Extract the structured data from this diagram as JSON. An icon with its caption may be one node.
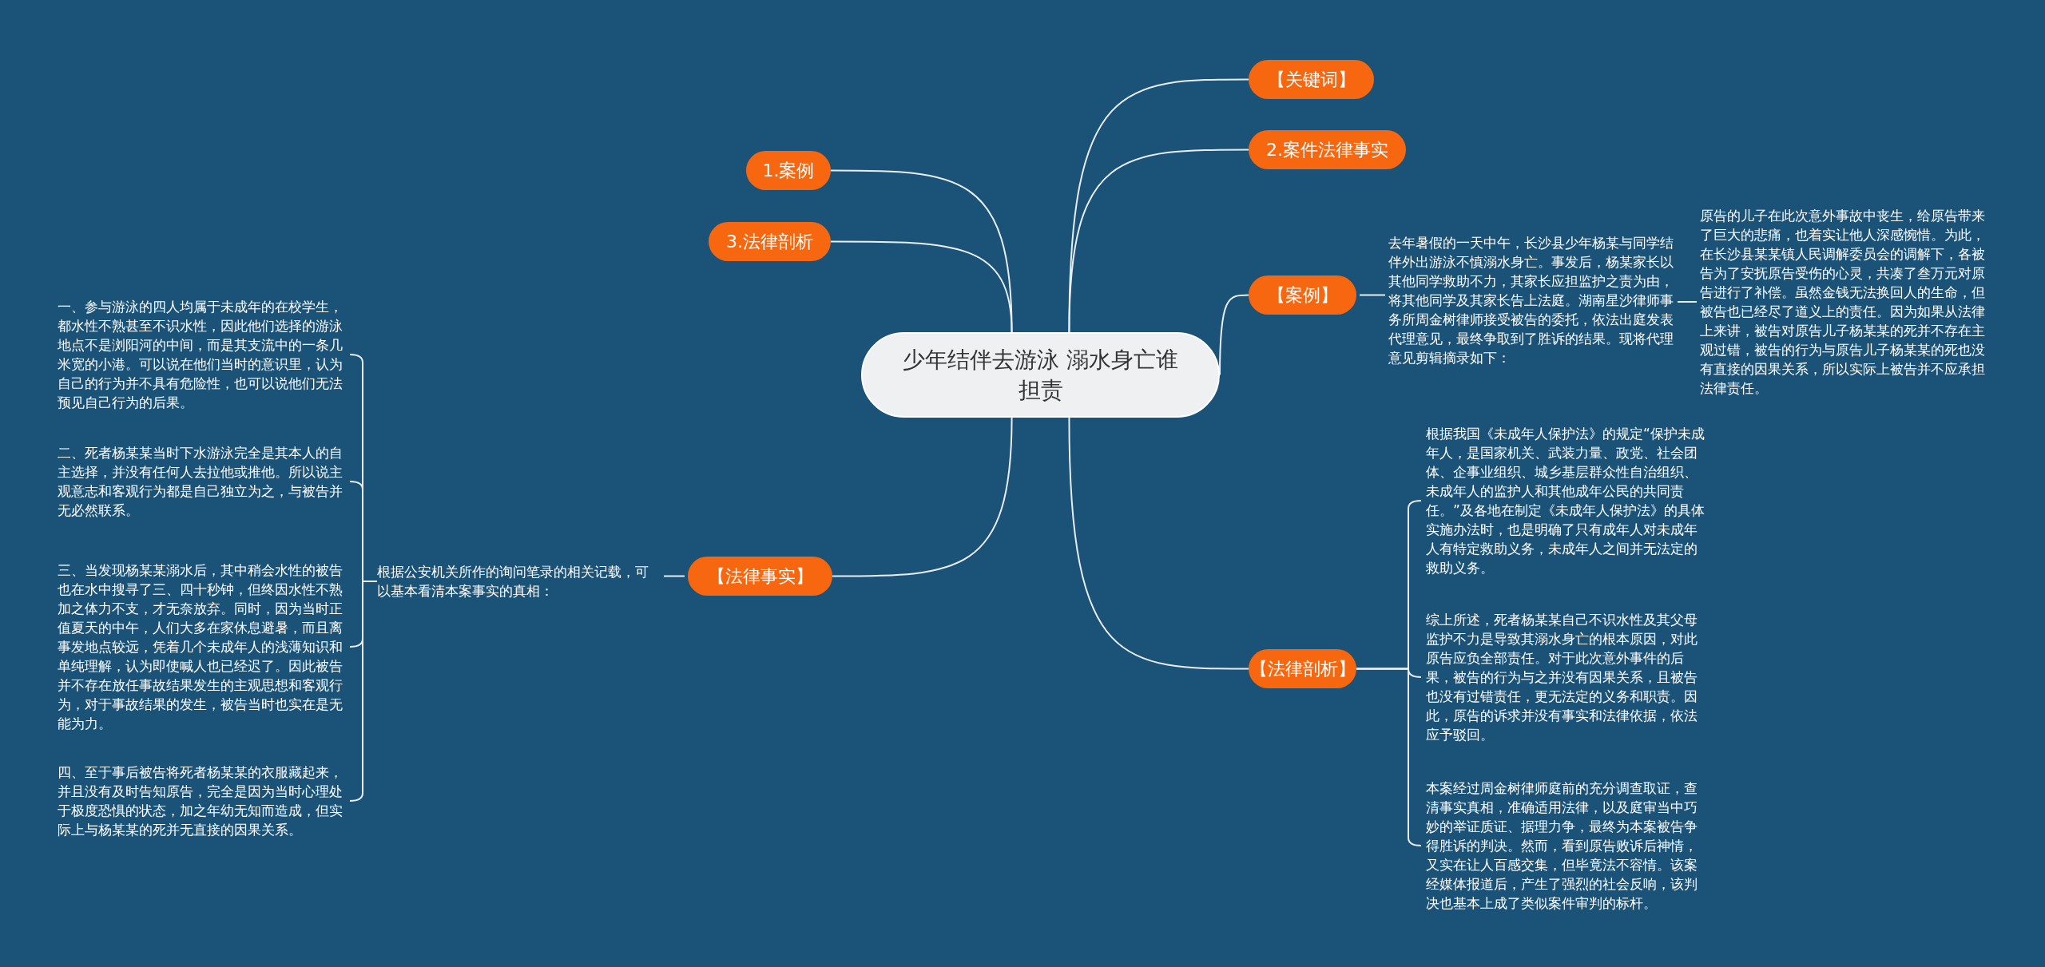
{
  "diagram": {
    "nodes": [
      {
        "text": [
          "少年结伴去游泳 溺水身亡谁担责"
        ]
      },
      {
        "text": [
          "【关键词】"
        ]
      },
      {
        "text": [
          "2.案件法律事实"
        ]
      },
      {
        "text": [
          "1.案例"
        ]
      },
      {
        "text": [
          "3.法律剖析"
        ]
      },
      {
        "text": [
          "【案例】"
        ]
      },
      {
        "text": [
          "去年暑假的一天中午，长沙县少年杨某与同学结伴外出游泳不慎溺水身亡。事发后，杨某家长以其他同学救助不力，其家长应担监护之责为由，将其他同学及其家长告上法庭。湖南星沙律师事务所周金树律师接受被告的委托，依法出庭发表代理意见，最终争取到了胜诉的结果。现将代理意见剪辑摘录如下："
        ]
      },
      {
        "text": [
          "原告的儿子在此次意外事故中丧生，给原告带来了巨大的悲痛，也着实让他人深感惋惜。为此，在长沙县某某镇人民调解委员会的调解下，各被告为了安抚原告受伤的心灵，共凑了叁万元对原告进行了补偿。虽然金钱无法换回人的生命，但被告也已经尽了道义上的责任。因为如果从法律上来讲，被告对原告儿子杨某某的死并不存在主观过错，被告的行为与原告儿子杨某某的死也没有直接的因果关系，所以实际上被告并不应承担法律责任。"
        ]
      },
      {
        "text": [
          "【法律事实】"
        ]
      },
      {
        "text": [
          "根据公安机关所作的询问笔录的相关记载，可以基本看清本案事实的真相："
        ]
      },
      {
        "text": [
          "一、参与游泳的四人均属于未成年的在校学生，都水性不熟甚至不识水性，因此他们选择的游泳地点不是浏阳河的中间，而是其支流中的一条几米宽的小港。可以说在他们当时的意识里，认为自己的行为并不具有危险性，也可以说他们无法预见自己行为的后果。"
        ]
      },
      {
        "text": [
          "二、死者杨某某当时下水游泳完全是其本人的自主选择，并没有任何人去拉他或推他。所以说主观意志和客观行为都是自己独立为之，与被告并无必然联系。"
        ]
      },
      {
        "text": [
          "三、当发现杨某某溺水后，其中稍会水性的被告也在水中搜寻了三、四十秒钟，但终因水性不熟加之体力不支，才无奈放弃。同时，因为当时正值夏天的中午，人们大多在家休息避暑，而且离事发地点较远，凭着几个未成年人的浅薄知识和单纯理解，认为即使喊人也已经迟了。因此被告并不存在放任事故结果发生的主观思想和客观行为，对于事故结果的发生，被告当时也实在是无能为力。"
        ]
      },
      {
        "text": [
          "四、至于事后被告将死者杨某某的衣服藏起来，并且没有及时告知原告，完全是因为当时心理处于极度恐惧的状态，加之年幼无知而造成，但实际上与杨某某的死并无直接的因果关系。"
        ]
      },
      {
        "text": [
          "【法律剖析】"
        ]
      },
      {
        "text": [
          "根据我国《未成年人保护法》的规定“保护未成年人，是国家机关、武装力量、政党、社会团体、企事业组织、城乡基层群众性自治组织、未成年人的监护人和其他成年公民的共同责任。”及各地在制定《未成年人保护法》的具体实施办法时，也是明确了只有成年人对未成年人有特定救助义务，未成年人之间并无法定的救助义务。"
        ]
      },
      {
        "text": [
          "综上所述，死者杨某某自己不识水性及其父母监护不力是导致其溺水身亡的根本原因，对此原告应负全部责任。对于此次意外事件的后果，被告的行为与之并没有因果关系，且被告也没有过错责任，更无法定的义务和职责。因此，原告的诉求并没有事实和法律依据，依法应予驳回。"
        ]
      },
      {
        "text": [
          "本案经过周金树律师庭前的充分调查取证，查清事实真相，准确适用法律，以及庭审当中巧妙的举证质证、据理力争，最终为本案被告争得胜诉的判决。然而，看到原告败诉后神情，又实在让人百感交集，但毕竟法不容情。该案经媒体报道后，产生了强烈的社会反响，该判决也基本上成了类似案件审判的标杆。"
        ]
      }
    ],
    "edges": [
      {
        "from": 0,
        "to": 1,
        "arrow": "none"
      },
      {
        "from": 0,
        "to": 2,
        "arrow": "none"
      },
      {
        "from": 0,
        "to": 3,
        "arrow": "none"
      },
      {
        "from": 0,
        "to": 4,
        "arrow": "none"
      },
      {
        "from": 0,
        "to": 5,
        "arrow": "none"
      },
      {
        "from": 5,
        "to": 6,
        "arrow": "none"
      },
      {
        "from": 6,
        "to": 7,
        "arrow": "none"
      },
      {
        "from": 0,
        "to": 8,
        "arrow": "none"
      },
      {
        "from": 8,
        "to": 9,
        "arrow": "none"
      },
      {
        "from": 9,
        "to": 10,
        "arrow": "none"
      },
      {
        "from": 9,
        "to": 11,
        "arrow": "none"
      },
      {
        "from": 9,
        "to": 12,
        "arrow": "none"
      },
      {
        "from": 9,
        "to": 13,
        "arrow": "none"
      },
      {
        "from": 0,
        "to": 14,
        "arrow": "none"
      },
      {
        "from": 14,
        "to": 15,
        "arrow": "none"
      },
      {
        "from": 14,
        "to": 16,
        "arrow": "none"
      },
      {
        "from": 14,
        "to": 17,
        "arrow": "none"
      }
    ]
  }
}
